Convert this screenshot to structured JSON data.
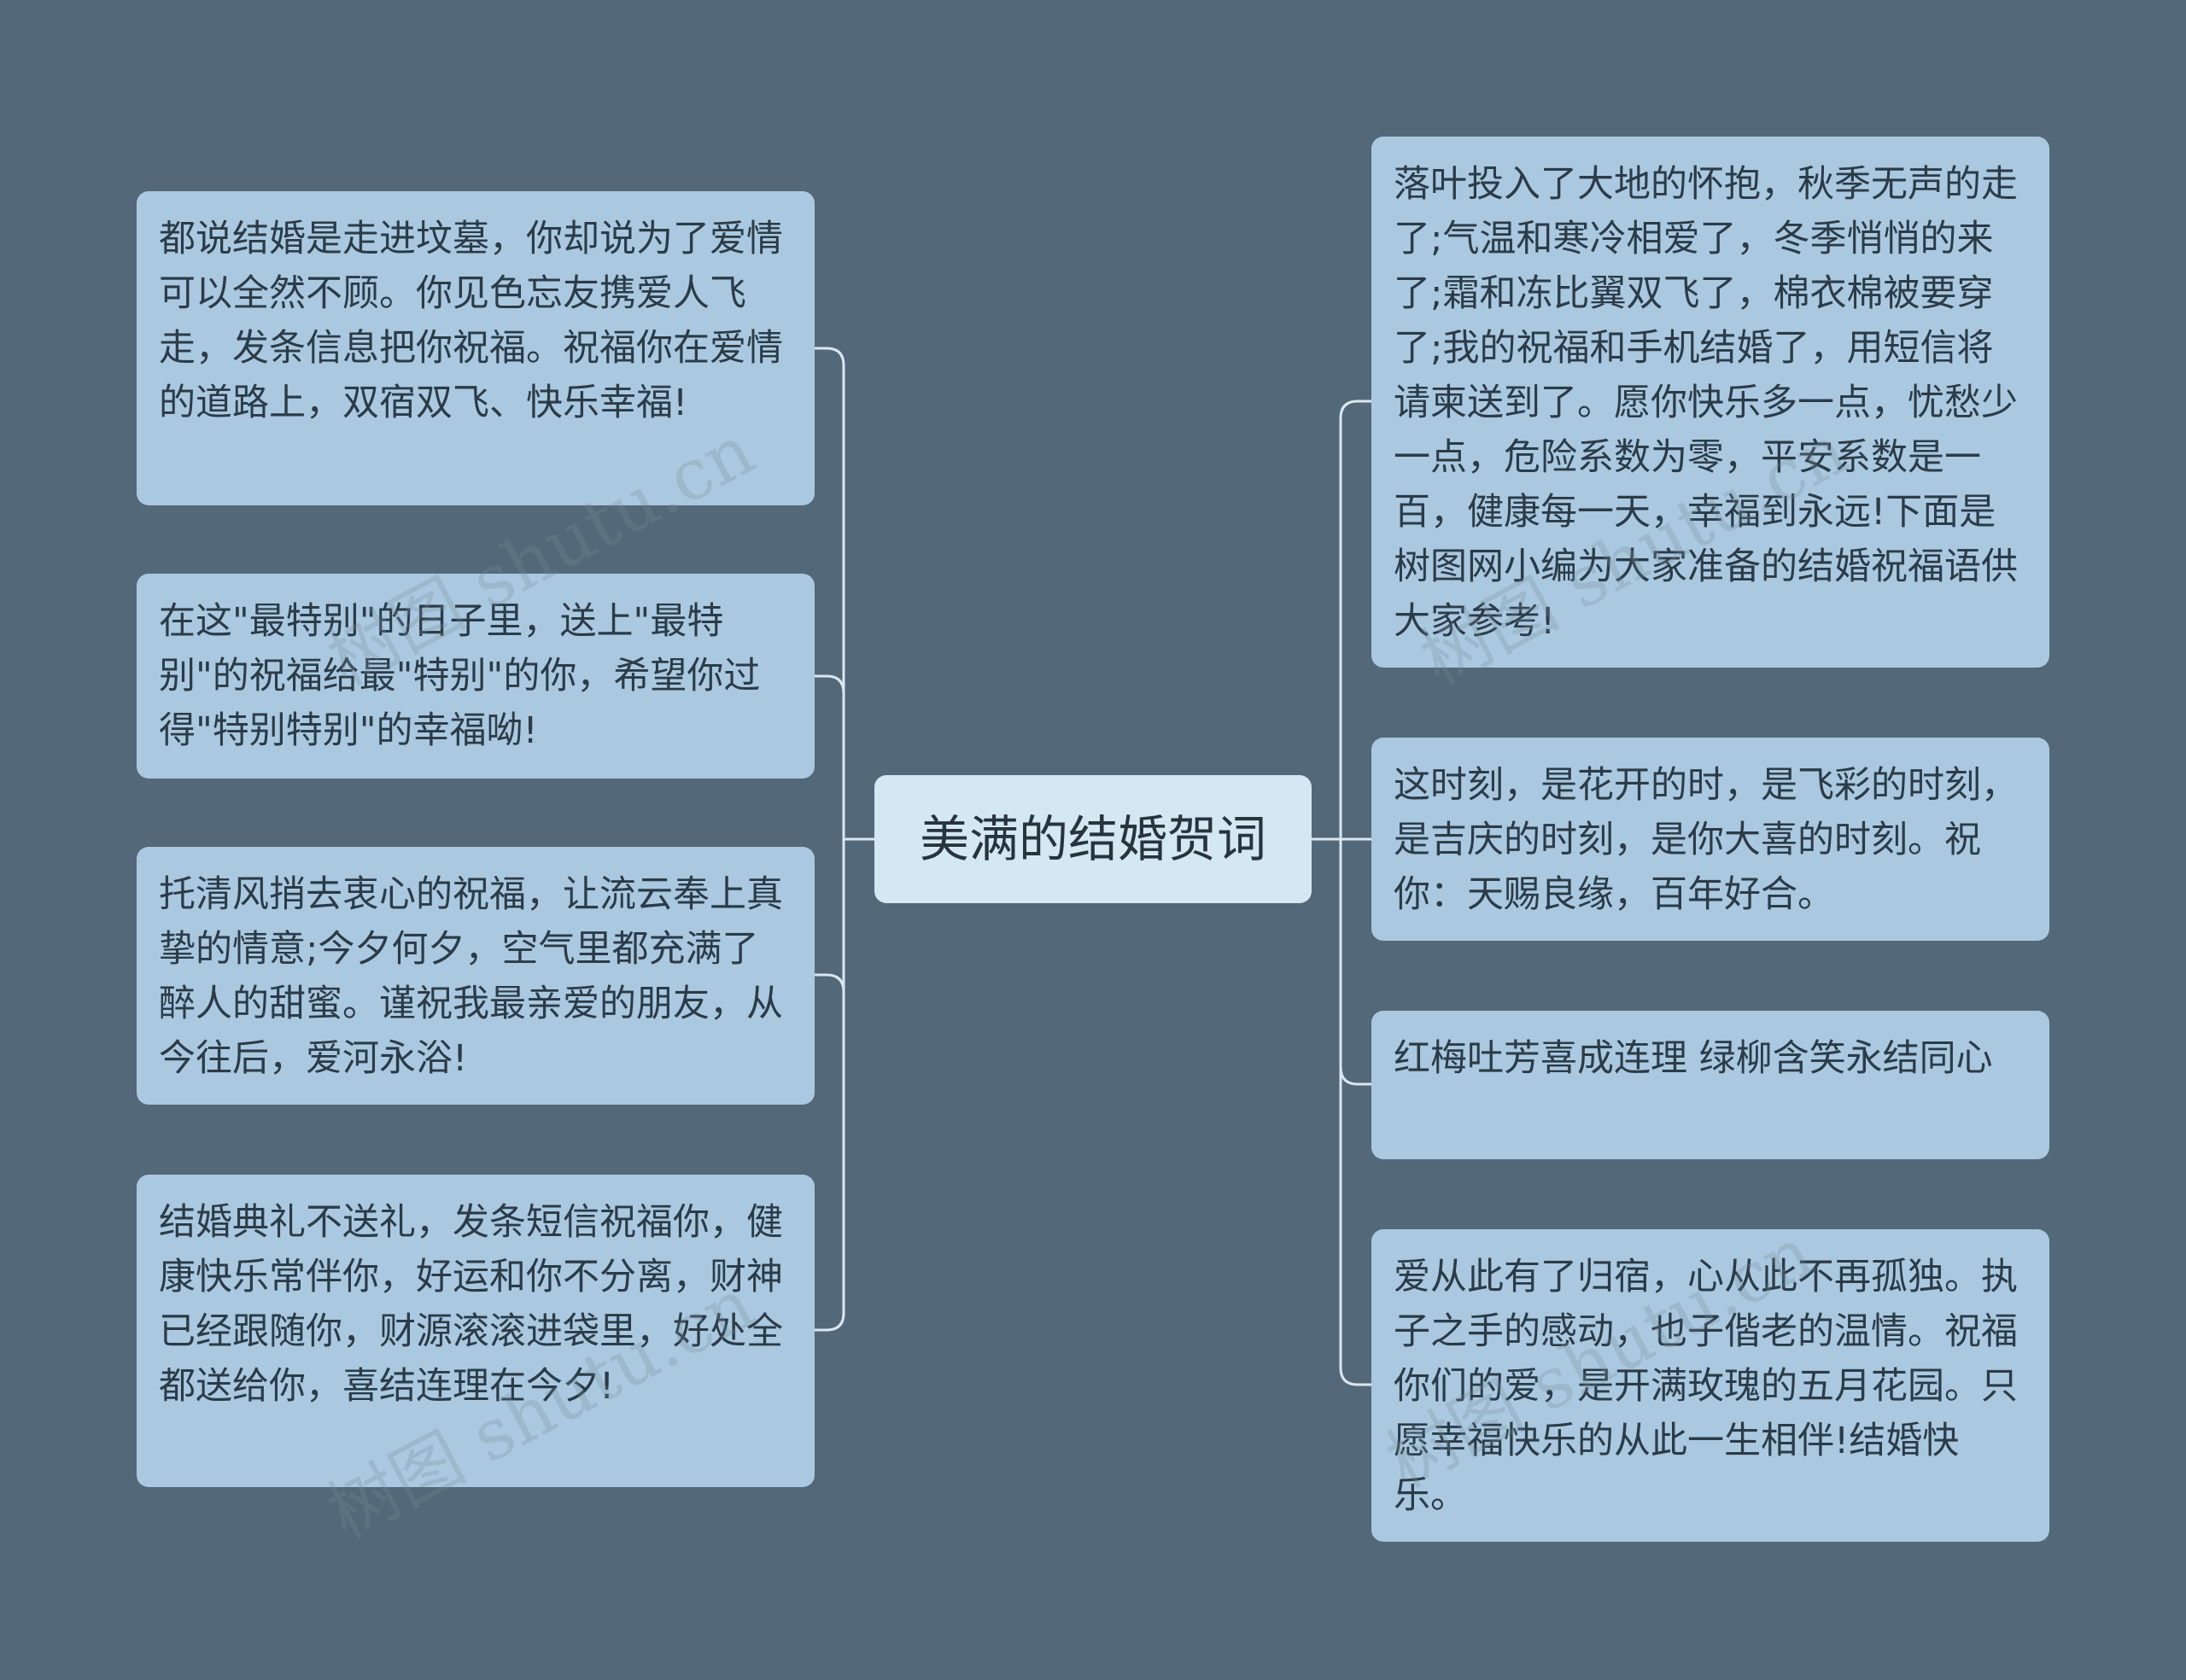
{
  "center": "美满的结婚贺词",
  "left_nodes": [
    "都说结婚是走进坟墓，你却说为了爱情可以全然不顾。你见色忘友携爱人飞走，发条信息把你祝福。祝福你在爱情的道路上，双宿双飞、快乐幸福!",
    "在这\"最特别\"的日子里，送上\"最特别\"的祝福给最\"特别\"的你，希望你过得\"特别特别\"的幸福呦!",
    "托清风捎去衷心的祝福，让流云奉上真挚的情意;今夕何夕，空气里都充满了醉人的甜蜜。谨祝我最亲爱的朋友，从今往后，爱河永浴!",
    "结婚典礼不送礼，发条短信祝福你，健康快乐常伴你，好运和你不分离，财神已经跟随你，财源滚滚进袋里，好处全都送给你，喜结连理在今夕!"
  ],
  "right_nodes": [
    "落叶投入了大地的怀抱，秋季无声的走了;气温和寒冷相爱了，冬季悄悄的来了;霜和冻比翼双飞了，棉衣棉被要穿了;我的祝福和手机结婚了，用短信将请柬送到了。愿你快乐多一点，忧愁少一点，危险系数为零，平安系数是一百，健康每一天，幸福到永远!下面是树图网小编为大家准备的结婚祝福语供大家参考!",
    "这时刻，是花开的时，是飞彩的时刻，是吉庆的时刻，是你大喜的时刻。祝你：天赐良缘，百年好合。",
    "红梅吐芳喜成连理 绿柳含笑永结同心",
    "爱从此有了归宿，心从此不再孤独。执子之手的感动，也子偕老的温情。祝福你们的爱，是开满玫瑰的五月花园。只愿幸福快乐的从此一生相伴!结婚快乐。"
  ],
  "watermark": "树图 shutu.cn"
}
